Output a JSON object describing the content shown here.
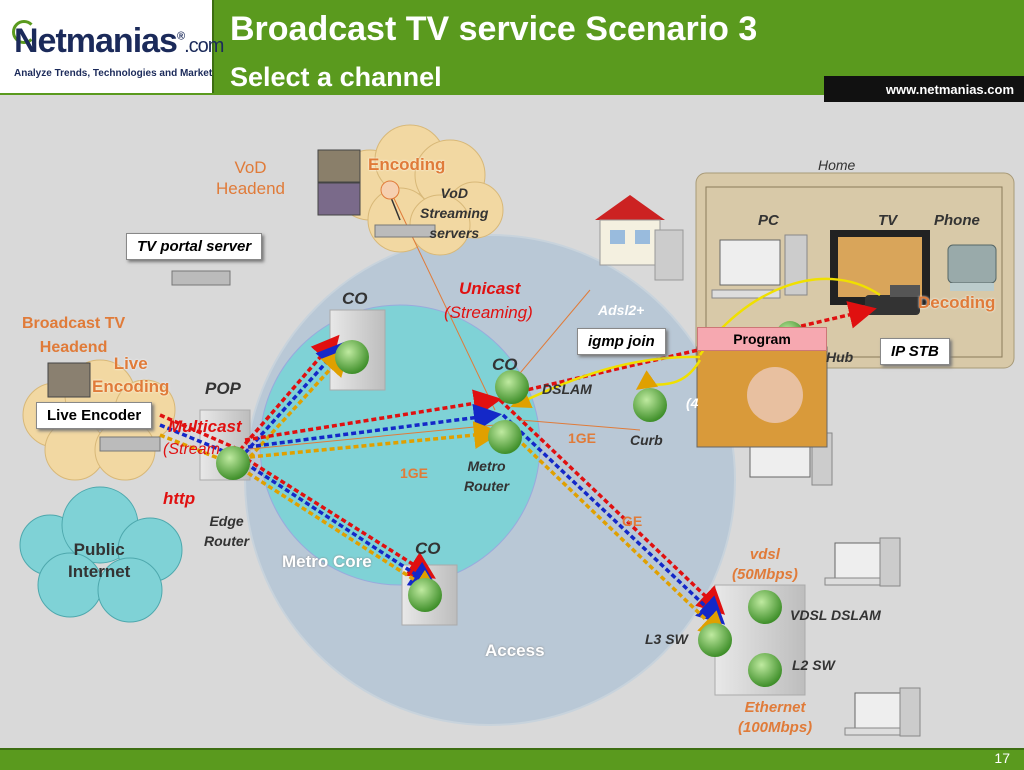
{
  "header": {
    "logo_text": "Netmanias",
    "logo_com": ".com",
    "logo_reg": "®",
    "tagline": "Analyze Trends, Technologies and Market",
    "title": "Broadcast TV service Scenario 3",
    "subtitle": "Select a channel",
    "url": "www.netmanias.com"
  },
  "footer": {
    "page": "17"
  },
  "colors": {
    "green": "#5a9a1e",
    "orange": "#e07b39",
    "red": "#e01010",
    "blue": "#1428c8",
    "yellow": "#f0d000"
  },
  "labels": {
    "vod_headend": [
      "VoD",
      "Headend"
    ],
    "encoding": "Encoding",
    "vod_servers": [
      "VoD",
      "Streaming",
      "servers"
    ],
    "tv_portal": "TV portal server",
    "broadcast_headend": [
      "Broadcast TV",
      "Headend"
    ],
    "live_encoding": [
      "Live",
      "Encoding"
    ],
    "live_encoder": "Live Encoder",
    "pop": "POP",
    "multicast": "Multicast",
    "streaming_partial": "(Stream",
    "http": "http",
    "edge_router": [
      "Edge",
      "Router"
    ],
    "public_internet": [
      "Public",
      "Internet"
    ],
    "co_top": "CO",
    "co_mid": "CO",
    "co_bottom": "CO",
    "unicast": "Unicast",
    "unicast_streaming": "(Streaming)",
    "metro_core": "Metro Core",
    "metro_router": [
      "Metro",
      "Router"
    ],
    "ge1_left": "1GE",
    "ge1_right": "1GE",
    "ge_partial": "GE",
    "dslam": "DSLAM",
    "adsl": "Adsl2+",
    "curb": "Curb",
    "paren_partial": "(4",
    "igmp_join": "igmp join",
    "access": "Access",
    "home": "Home",
    "pc": "PC",
    "tv": "TV",
    "phone": "Phone",
    "decoding": "Decoding",
    "hub": "Hub",
    "ip_stb": "IP STB",
    "program": "Program",
    "vdsl": [
      "vdsl",
      "(50Mbps)"
    ],
    "vdsl_dslam": "VDSL DSLAM",
    "l3_sw": "L3 SW",
    "l2_sw": "L2 SW",
    "ethernet": [
      "Ethernet",
      "(100Mbps)"
    ]
  }
}
